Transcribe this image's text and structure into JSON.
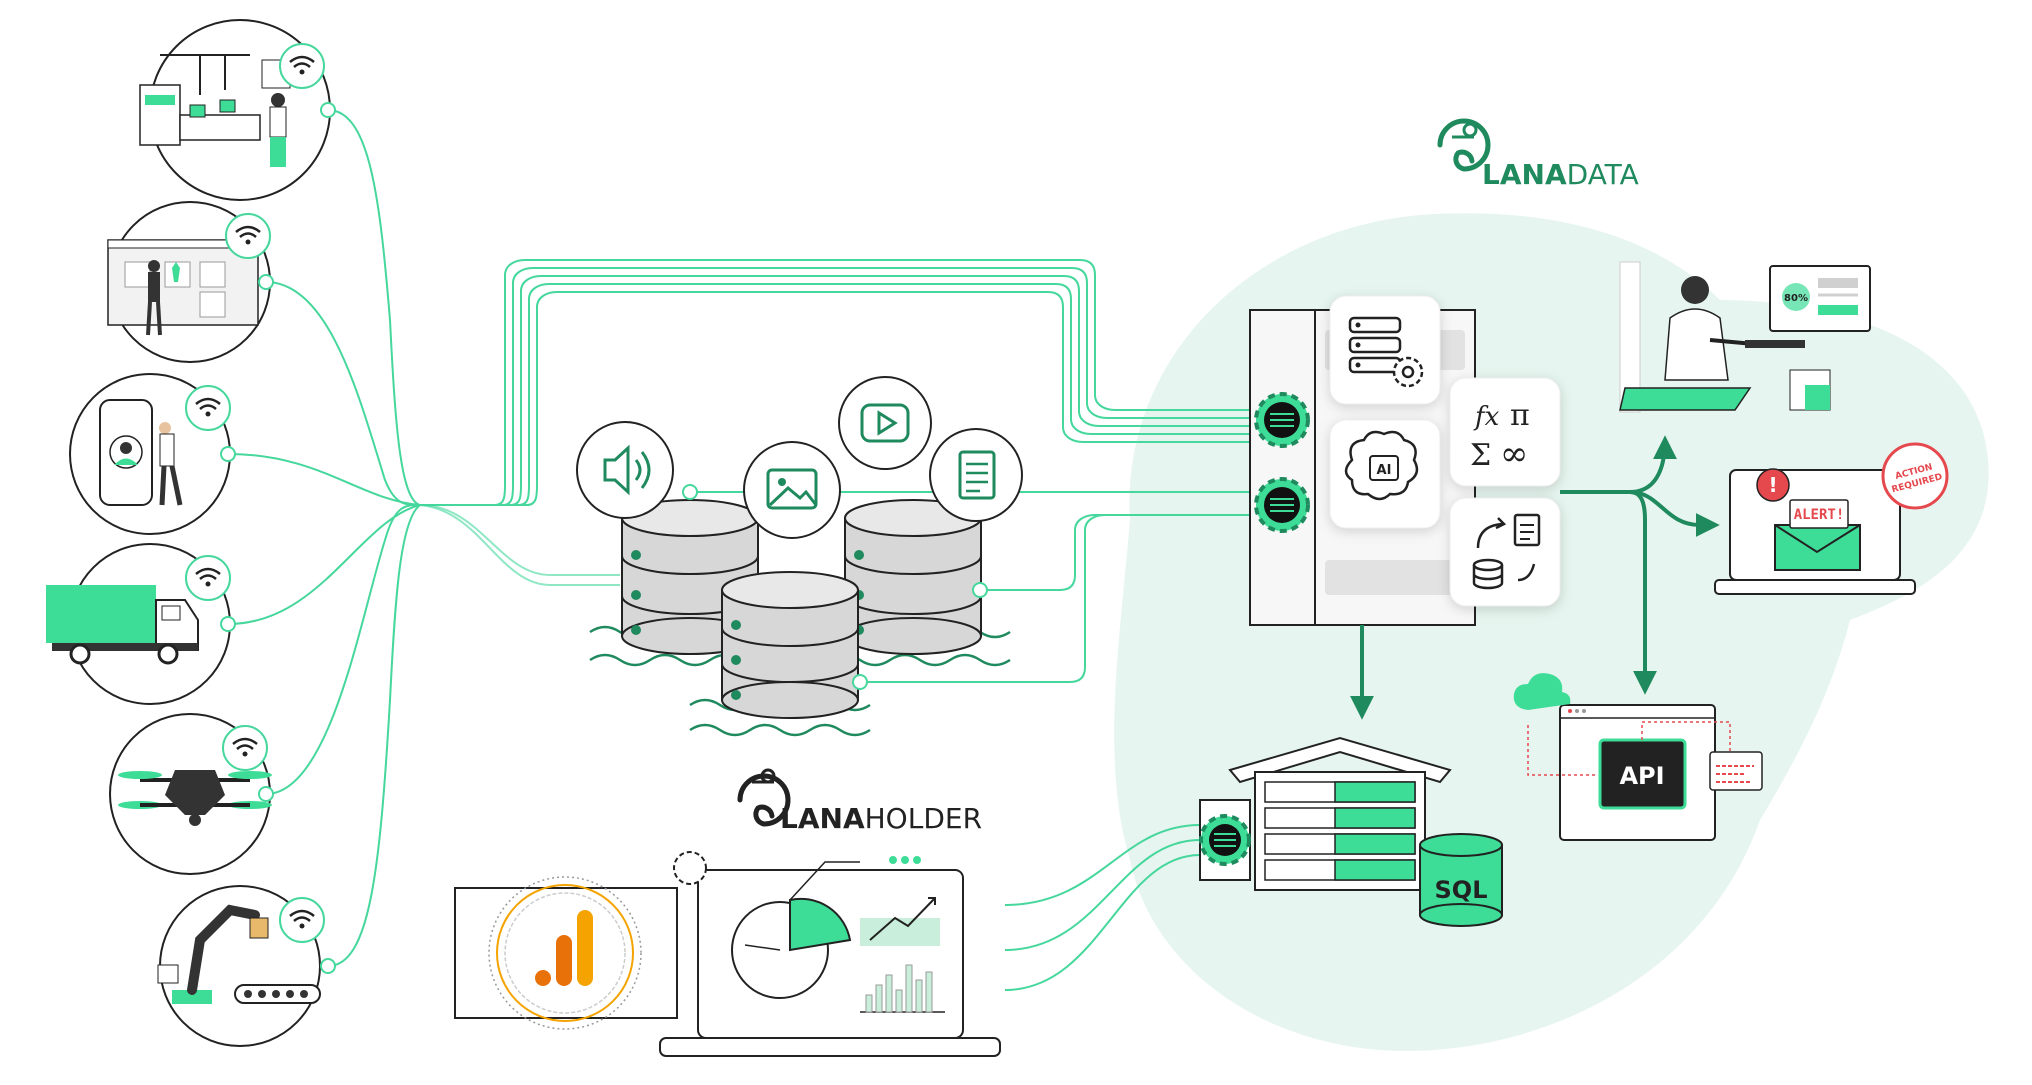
{
  "colors": {
    "accent": "#3ddc97",
    "accent_dark": "#1f8a5e",
    "line": "#45d79c",
    "ink": "#222222",
    "blob": "#e6f5ef",
    "db_gray": "#d7d7d7",
    "alert_red": "#e5484d",
    "gold": "#f4a300",
    "orange": "#e8710a"
  },
  "brands": {
    "lanadata_bold": "LANA",
    "lanadata_light": "DATA",
    "lanaholder_bold": "LANA",
    "lanaholder_light": "HOLDER"
  },
  "sources": [
    {
      "name": "factory-production-line",
      "icon": "wifi-icon"
    },
    {
      "name": "retail-store",
      "icon": "wifi-icon"
    },
    {
      "name": "mobile-app",
      "icon": "wifi-icon"
    },
    {
      "name": "delivery-truck",
      "icon": "wifi-icon"
    },
    {
      "name": "drone",
      "icon": "wifi-icon"
    },
    {
      "name": "robotic-arm",
      "icon": "wifi-icon"
    }
  ],
  "media_types": [
    "audio-icon",
    "image-icon",
    "video-icon",
    "document-icon"
  ],
  "processing_modules": [
    "database-settings-icon",
    "ai-brain-icon",
    "math-formula-icon",
    "data-transform-icon"
  ],
  "math_symbols": {
    "fx": "fx",
    "pi": "π",
    "sigma": "Σ",
    "infinity": "∞"
  },
  "ai_label": "AI",
  "outputs": {
    "monitor_percent": "80%",
    "alert_text": "ALERT!",
    "alert_exclamation": "!",
    "action_stamp_line1": "ACTION",
    "action_stamp_line2": "REQUIRED",
    "api_label": "API",
    "sql_label": "SQL"
  }
}
